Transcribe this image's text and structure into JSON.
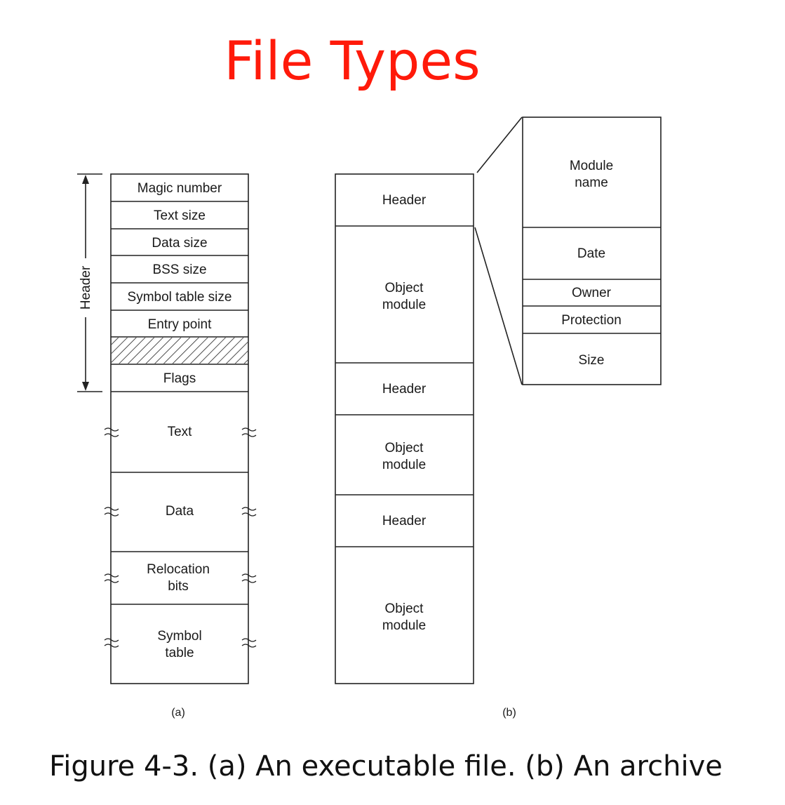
{
  "title": "File Types",
  "caption": "Figure 4-3. (a) An executable file. (b) An archive",
  "executable": {
    "label": "(a)",
    "header_brace_label": "Header",
    "cells": {
      "magic": "Magic number",
      "text_size": "Text size",
      "data_size": "Data size",
      "bss_size": "BSS size",
      "symtab_size": "Symbol table size",
      "entry": "Entry point",
      "flags": "Flags",
      "text": "Text",
      "data": "Data",
      "reloc_1": "Relocation",
      "reloc_2": "bits",
      "symtab_1": "Symbol",
      "symtab_2": "table"
    }
  },
  "archive": {
    "label": "(b)",
    "header_1": "Header",
    "object_1a": "Object",
    "object_1b": "module",
    "header_2": "Header",
    "object_2a": "Object",
    "object_2b": "module",
    "header_3": "Header",
    "object_3a": "Object",
    "object_3b": "module"
  },
  "header_detail": {
    "module_1": "Module",
    "module_2": "name",
    "date": "Date",
    "owner": "Owner",
    "protection": "Protection",
    "size": "Size"
  }
}
